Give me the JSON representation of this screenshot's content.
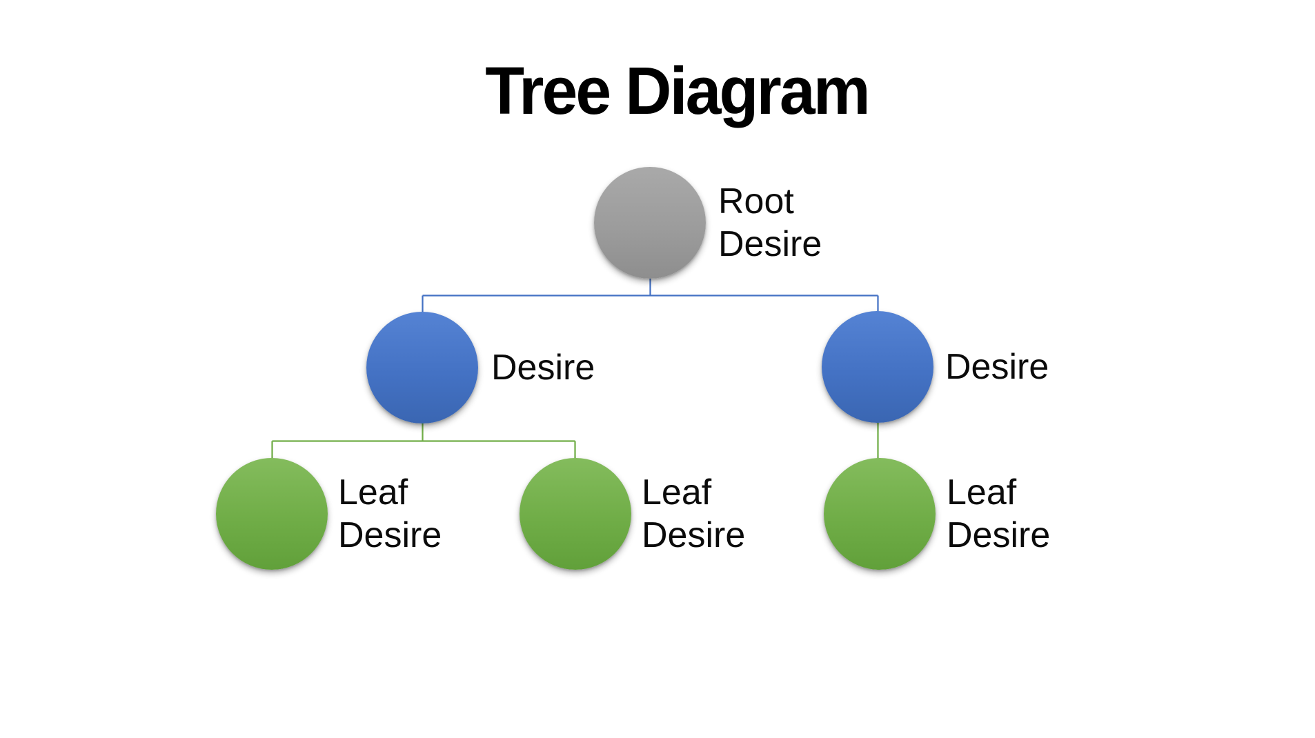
{
  "title": "Tree Diagram",
  "nodes": {
    "root": {
      "label": "Root Desire",
      "color": "#9c9c9c",
      "level": "root"
    },
    "branch_left": {
      "label": "Desire",
      "color": "#4472c4",
      "level": "branch"
    },
    "branch_right": {
      "label": "Desire",
      "color": "#4472c4",
      "level": "branch"
    },
    "leaf_left": {
      "label": "Leaf Desire",
      "color": "#70ad47",
      "level": "leaf"
    },
    "leaf_middle": {
      "label": "Leaf Desire",
      "color": "#70ad47",
      "level": "leaf"
    },
    "leaf_right": {
      "label": "Leaf Desire",
      "color": "#70ad47",
      "level": "leaf"
    }
  },
  "hierarchy": {
    "label": "Root Desire",
    "children": [
      {
        "label": "Desire",
        "children": [
          {
            "label": "Leaf Desire"
          },
          {
            "label": "Leaf Desire"
          }
        ]
      },
      {
        "label": "Desire",
        "children": [
          {
            "label": "Leaf Desire"
          }
        ]
      }
    ]
  },
  "connectors": {
    "blue": "#4472c4",
    "green": "#70ad47"
  }
}
